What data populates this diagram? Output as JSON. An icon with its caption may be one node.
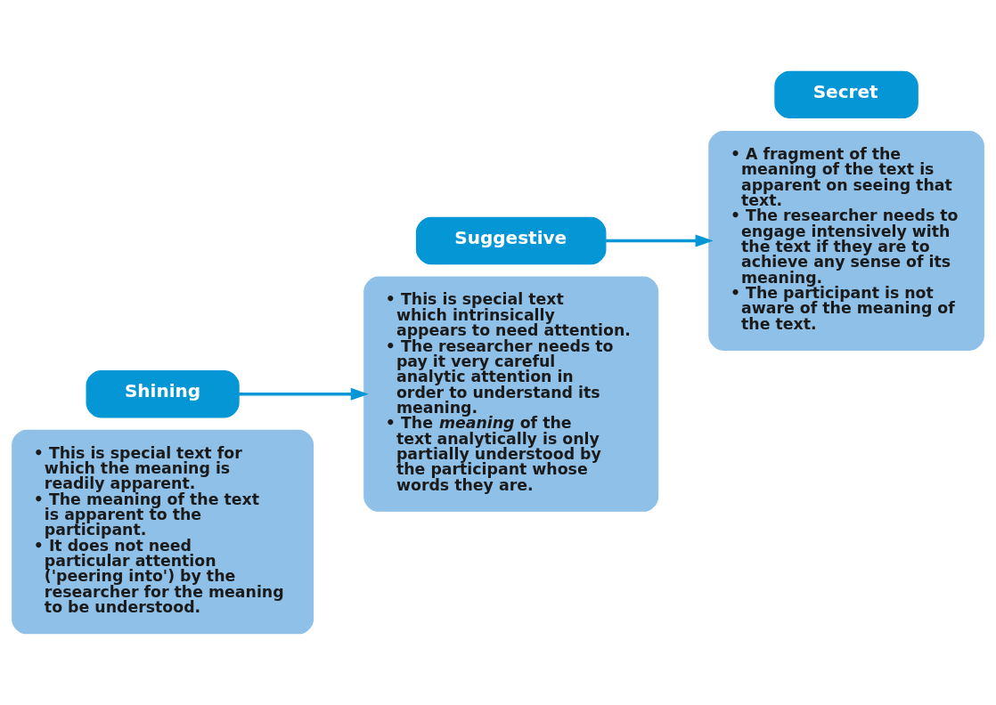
{
  "diagram": {
    "nodes": [
      {
        "text": [
          "• This is special text for which the meaning is readily apparent.",
          "• The meaning of the text is apparent to the participant.",
          "• It does not need particular attention ('peering into') by the researcher for the meaning to be understood."
        ]
      },
      {
        "text": [
          "Shining"
        ]
      },
      {
        "text": [
          "• This is special text which intrinsically appears to need attention.",
          "• The researcher needs to pay it very careful analytic attention in order to understand its meaning.",
          "• The *meaning* of the text analytically is only partially understood by the participant whose words they are."
        ]
      },
      {
        "text": [
          "Suggestive"
        ]
      },
      {
        "text": [
          "• A fragment of the meaning of the text is apparent on seeing that text.",
          "• The researcher needs to engage intensively with the text if they are to achieve any sense of its meaning.",
          "• The participant is not aware of the meaning of the text."
        ]
      },
      {
        "text": [
          "Secret"
        ]
      }
    ],
    "edges": [
      {
        "from": 1,
        "to": 2,
        "arrow": "to"
      },
      {
        "from": 3,
        "to": 4,
        "arrow": "to"
      }
    ]
  }
}
